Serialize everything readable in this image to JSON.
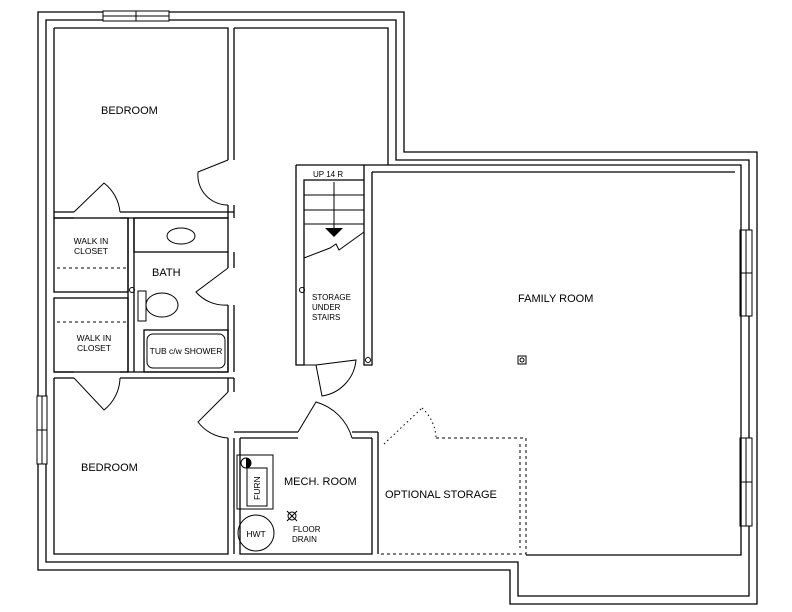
{
  "rooms": {
    "bedroom_top": "BEDROOM",
    "bedroom_bottom": "BEDROOM",
    "walk_in_closet_1": [
      "WALK IN",
      "CLOSET"
    ],
    "walk_in_closet_2": [
      "WALK IN",
      "CLOSET"
    ],
    "bath": "BATH",
    "tub": "TUB c/w SHOWER",
    "stairs": "UP 14 R",
    "storage_under_stairs": [
      "STORAGE",
      "UNDER",
      "STAIRS"
    ],
    "family_room": "FAMILY ROOM",
    "mech_room": "MECH. ROOM",
    "furnace": "FURN",
    "hot_water_tank": "HWT",
    "floor_drain": [
      "FLOOR",
      "DRAIN"
    ],
    "optional_storage": "OPTIONAL STORAGE"
  }
}
